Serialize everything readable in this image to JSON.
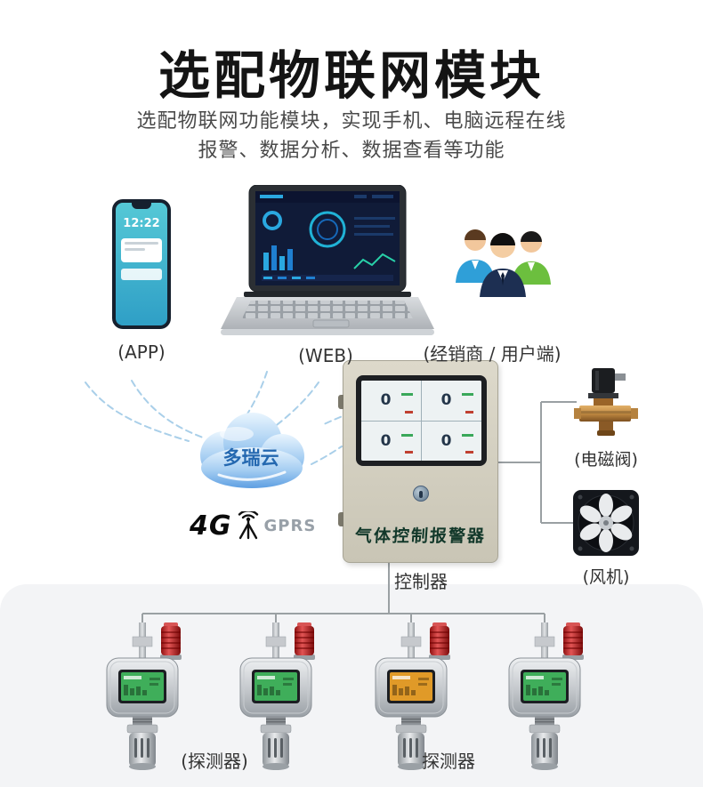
{
  "header": {
    "title": "选配物联网模块",
    "subtitle_line1": "选配物联网功能模块，实现手机、电脑远程在线",
    "subtitle_line2": "报警、数据分析、数据查看等功能"
  },
  "devices": {
    "phone_time": "12:22",
    "app_label": "(APP)",
    "web_label": "(WEB)",
    "users_label": "(经销商 / 用户端)"
  },
  "cloud": {
    "name": "多瑞云",
    "network_4g": "4G",
    "network_gprs": "GPRS"
  },
  "controller": {
    "device_text": "气体控制报警器",
    "label": "控制器",
    "screen_values": [
      "0",
      "0",
      "0",
      "0"
    ]
  },
  "outputs": {
    "valve_label": "(电磁阀)",
    "fan_label": "(风机)"
  },
  "detectors": {
    "label_left": "(探测器)",
    "label_right": "探测器",
    "units": [
      {
        "screen_color": "#3fae5a"
      },
      {
        "screen_color": "#3fae5a"
      },
      {
        "screen_color": "#e09a28"
      },
      {
        "screen_color": "#3fae5a"
      }
    ]
  },
  "colors": {
    "phone_screen": "#3db8cf",
    "cloud_text": "#2468b0",
    "beacon_red": "#c01818",
    "panel_bg": "#f3f4f6",
    "controller_body": "#d3cfc0"
  }
}
